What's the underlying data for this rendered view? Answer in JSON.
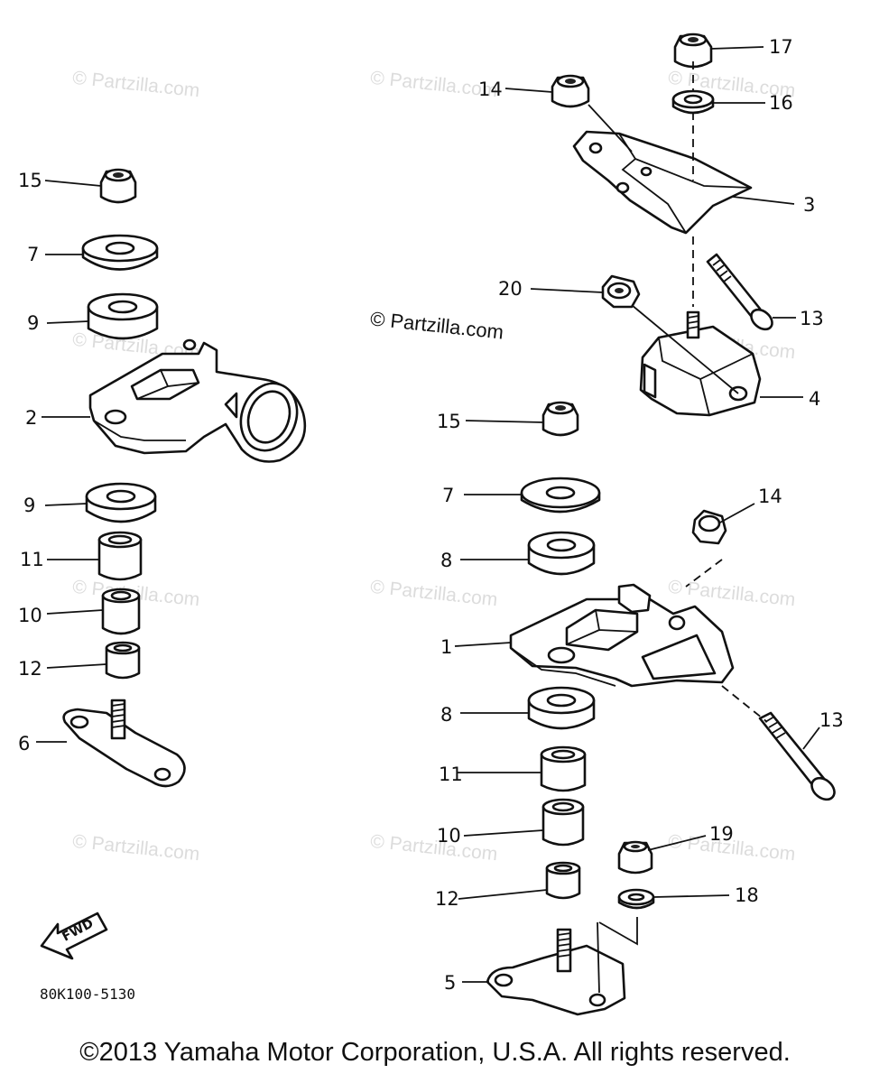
{
  "watermark": "© Partzilla.com",
  "watermark_center": "© Partzilla.com",
  "diagram_code": "80K100-5130",
  "fwd_label": "FWD",
  "copyright": "©2013 Yamaha Motor Corporation, U.S.A. All rights reserved.",
  "labels": {
    "l15": "15",
    "l7": "7",
    "l9a": "9",
    "l2": "2",
    "l9b": "9",
    "l11a": "11",
    "l10a": "10",
    "l12a": "12",
    "l6": "6",
    "l14a": "14",
    "l17": "17",
    "l16": "16",
    "l3": "3",
    "l20": "20",
    "l13a": "13",
    "l4": "4",
    "l15b": "15",
    "l7b": "7",
    "l8a": "8",
    "l14b": "14",
    "l1": "1",
    "l8b": "8",
    "l13b": "13",
    "l11b": "11",
    "l10b": "10",
    "l19": "19",
    "l12b": "12",
    "l18": "18",
    "l5": "5"
  }
}
